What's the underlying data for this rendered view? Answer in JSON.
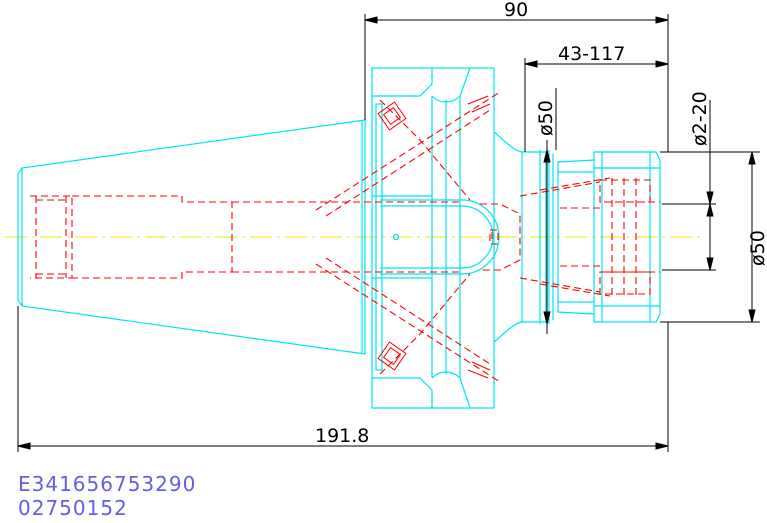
{
  "drawing": {
    "dimensions": {
      "overall_length": "191.8",
      "flange_length": "90",
      "nut_range": "43-117",
      "collar_diameter": "ø50",
      "clamp_range": "ø2-20",
      "nut_diameter": "ø50"
    },
    "codes": {
      "line1": "E341656753290",
      "line2": "02750152"
    },
    "colors": {
      "outline": "#00e5ee",
      "hidden": "#ff0000",
      "centerline": "#e8e800",
      "dimension": "#000000",
      "code_text": "#6060e0"
    }
  }
}
